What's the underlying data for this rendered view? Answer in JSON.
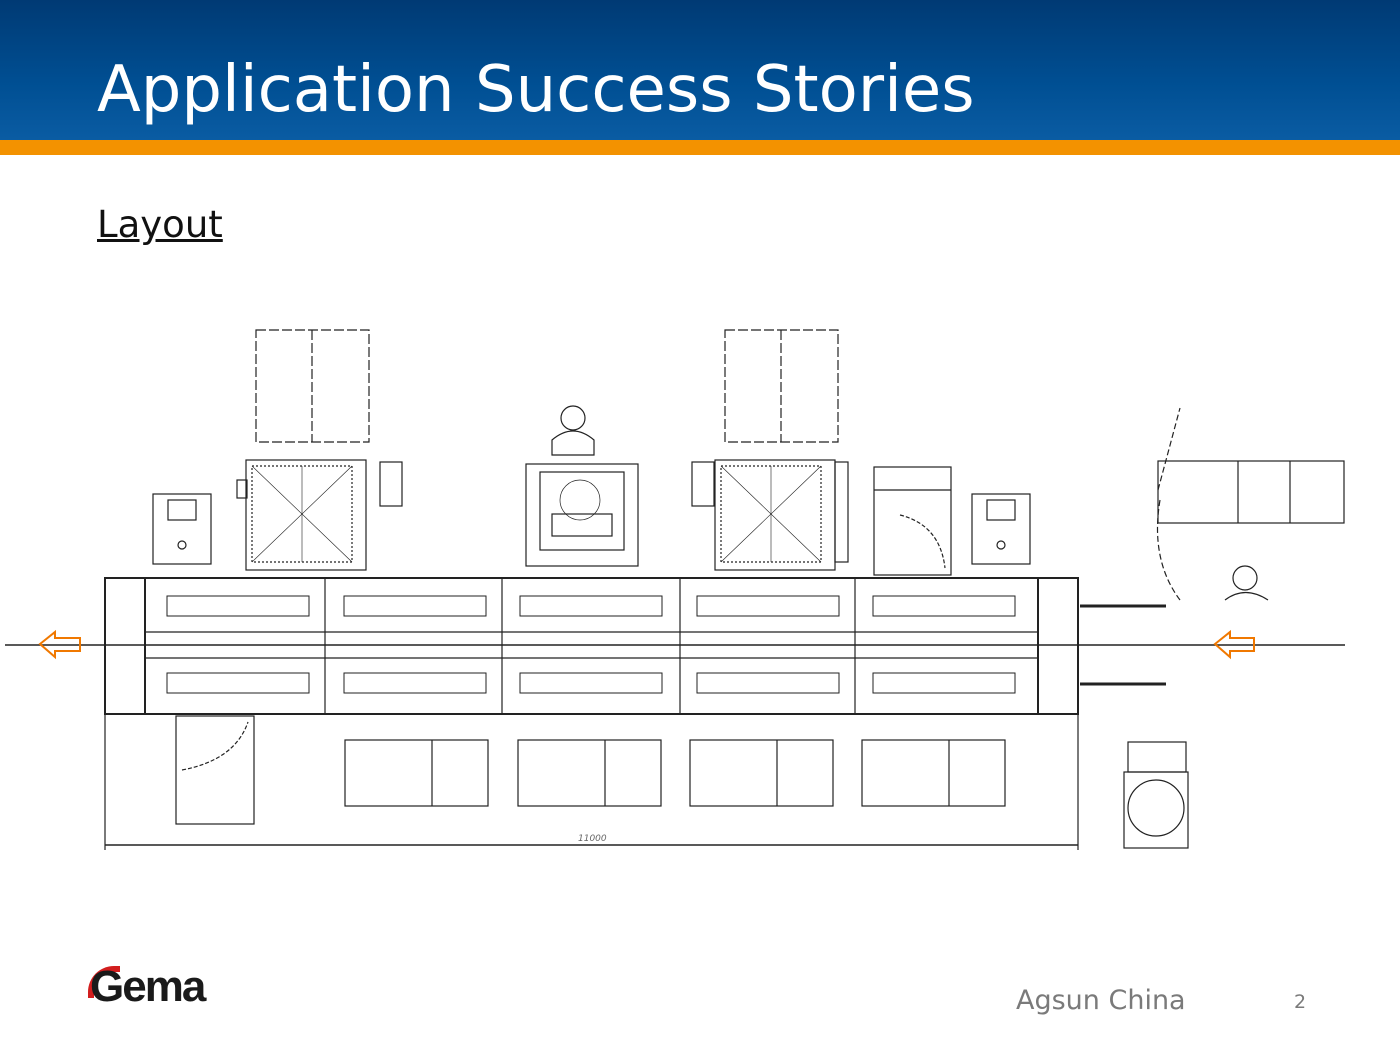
{
  "header": {
    "title": "Application Success Stories",
    "bar_color": "#004f93",
    "accent_color": "#f39200"
  },
  "content": {
    "subtitle": "Layout",
    "dimension_label": "11000"
  },
  "footer": {
    "logo": "Gema",
    "company": "Agsun China",
    "page_number": "2"
  }
}
